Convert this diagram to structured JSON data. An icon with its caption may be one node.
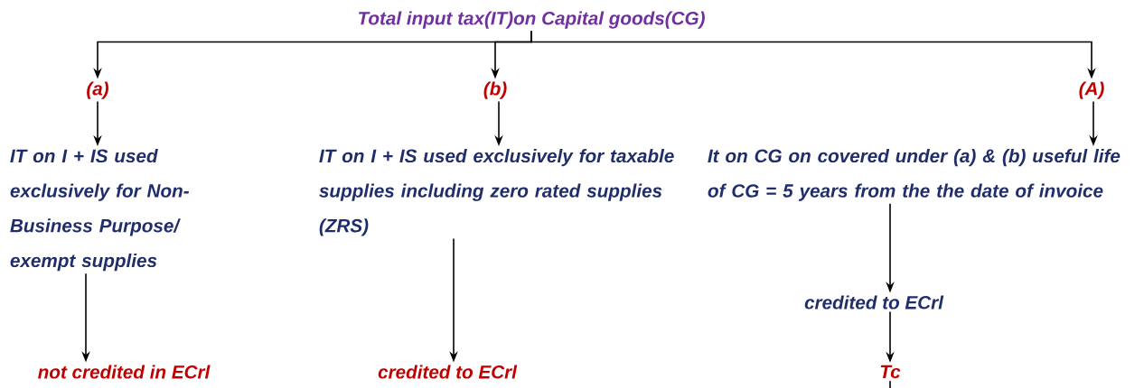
{
  "diagram": {
    "nodes": [
      {
        "text": [
          "Total input tax(IT)on Capital goods(CG)"
        ]
      },
      {
        "text": [
          "(a)"
        ]
      },
      {
        "text": [
          "(b)"
        ]
      },
      {
        "text": [
          "(A)"
        ]
      },
      {
        "text": [
          "IT on I + IS used exclusively for Non-Business Purpose/ exempt supplies"
        ]
      },
      {
        "text": [
          "IT on I + IS used exclusively for taxable supplies including zero rated supplies (ZRS)"
        ]
      },
      {
        "text": [
          "It on CG on covered under (a) & (b) useful life of CG = 5 years from the the date of invoice"
        ]
      },
      {
        "text": [
          "not credited in ECrl"
        ]
      },
      {
        "text": [
          "credited to ECrl"
        ]
      },
      {
        "text": [
          "credited to ECrl"
        ]
      },
      {
        "text": [
          "Tc"
        ]
      }
    ],
    "edges": [
      {
        "from": 0,
        "to": 1,
        "arrow": "to"
      },
      {
        "from": 0,
        "to": 2,
        "arrow": "to"
      },
      {
        "from": 0,
        "to": 3,
        "arrow": "to"
      },
      {
        "from": 1,
        "to": 4,
        "arrow": "to"
      },
      {
        "from": 2,
        "to": 5,
        "arrow": "to"
      },
      {
        "from": 3,
        "to": 6,
        "arrow": "to"
      },
      {
        "from": 4,
        "to": 7,
        "arrow": "to"
      },
      {
        "from": 5,
        "to": 8,
        "arrow": "to"
      },
      {
        "from": 6,
        "to": 9,
        "arrow": "to"
      },
      {
        "from": 9,
        "to": 10,
        "arrow": "to"
      },
      {
        "from": 10,
        "to": null,
        "arrow": "none"
      }
    ]
  }
}
